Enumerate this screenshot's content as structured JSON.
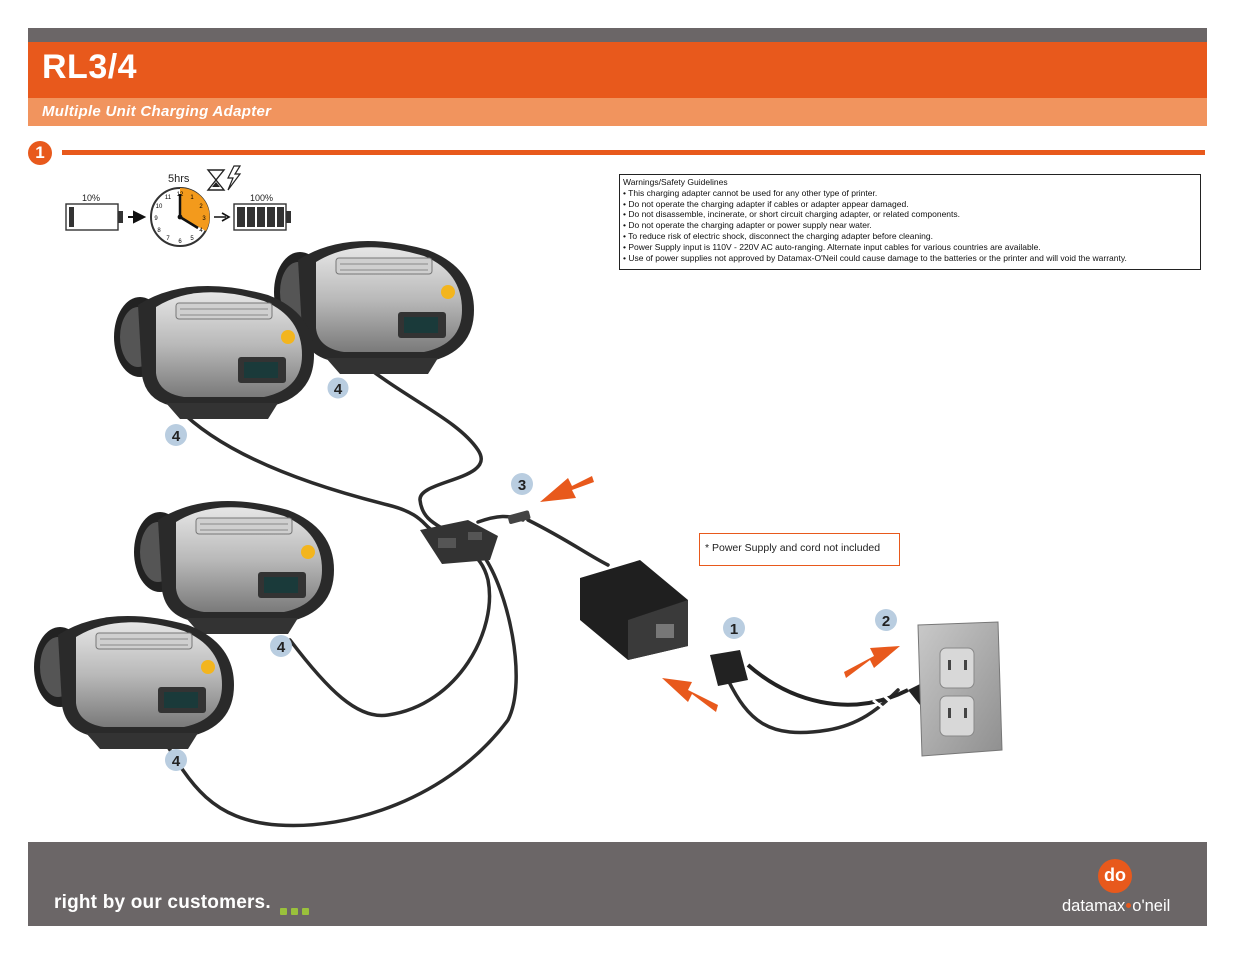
{
  "header": {
    "title": "RL3/4",
    "subtitle": "Multiple Unit Charging Adapter"
  },
  "step": {
    "number": "1"
  },
  "charging": {
    "start_level": "10%",
    "duration": "5hrs",
    "end_level": "100%",
    "clock_numbers": [
      "12",
      "1",
      "2",
      "3",
      "4",
      "5",
      "6",
      "7",
      "8",
      "9",
      "10",
      "11"
    ]
  },
  "warnings": {
    "title": "Warnings/Safety Guidelines",
    "items": [
      "• This charging adapter cannot be used for any other type of printer.",
      "• Do not operate the charging adapter if cables or adapter appear damaged.",
      "• Do not disassemble, incinerate, or short circuit charging adapter, or related components.",
      "• Do not operate the charging adapter or power supply near water.",
      "• To reduce risk of electric shock, disconnect the charging adapter before cleaning.",
      "• Power Supply input is 110V - 220V AC auto-ranging. Alternate input cables for various countries are available.",
      "• Use of power supplies not approved by Datamax-O'Neil could cause damage to the batteries or the printer and will void the warranty."
    ]
  },
  "note": "* Power Supply and cord not included",
  "callouts": {
    "printer_connect": "4",
    "adapter_connect": "3",
    "power_cord": "1",
    "wall_outlet": "2"
  },
  "footer": {
    "slogan": "right by our customers.",
    "logo_mark": "do",
    "logo_name_1": "datamax",
    "logo_name_2": "o'neil"
  },
  "colors": {
    "brand_orange": "#e8591c",
    "light_orange": "#f1945e",
    "dark_gray": "#6b6667",
    "green_accent": "#9ac13c",
    "callout_blue": "#b9cde0"
  }
}
